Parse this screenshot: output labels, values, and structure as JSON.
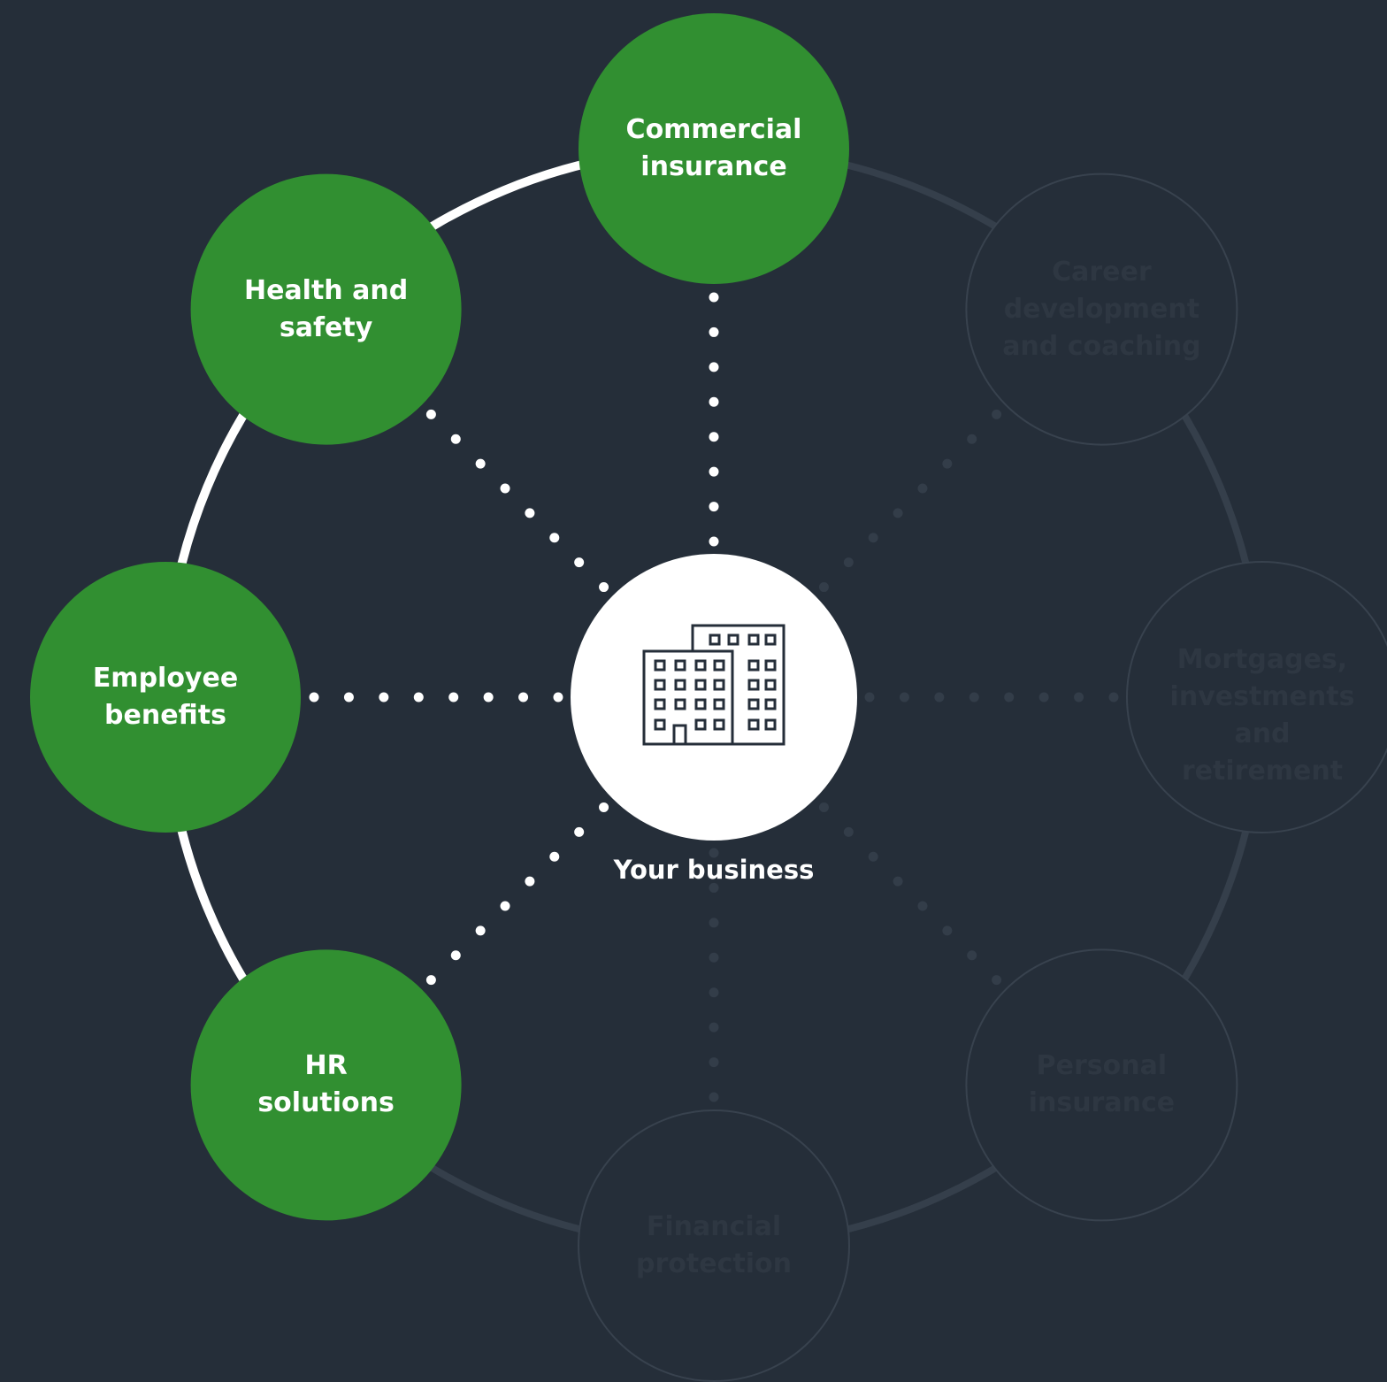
{
  "title": "",
  "center": {
    "label": "Your business",
    "icon": "office-building-icon"
  },
  "nodes": [
    {
      "id": "commercial-insurance",
      "label": "Commercial\ninsurance",
      "active": true
    },
    {
      "id": "career-development",
      "label": "Career\ndevelopment\nand coaching",
      "active": false
    },
    {
      "id": "mortgages",
      "label": "Mortgages,\ninvestments and\nretirement",
      "active": false
    },
    {
      "id": "personal-insurance",
      "label": "Personal\ninsurance",
      "active": false
    },
    {
      "id": "financial-protection",
      "label": "Financial\nprotection",
      "active": false
    },
    {
      "id": "hr-solutions",
      "label": "HR\nsolutions",
      "active": true
    },
    {
      "id": "employee-benefits",
      "label": "Employee\nbenefits",
      "active": true
    },
    {
      "id": "health-and-safety",
      "label": "Health and\nsafety",
      "active": true
    }
  ],
  "colors": {
    "background": "#252e39",
    "active_fill": "#318f31",
    "active_ring": "#ffffff",
    "inactive_ring": "#353f4b",
    "inactive_outline": "#38424e",
    "active_dots": "#ffffff",
    "inactive_dots": "#333d49",
    "center_fill": "#ffffff",
    "icon_stroke": "#252e39"
  }
}
